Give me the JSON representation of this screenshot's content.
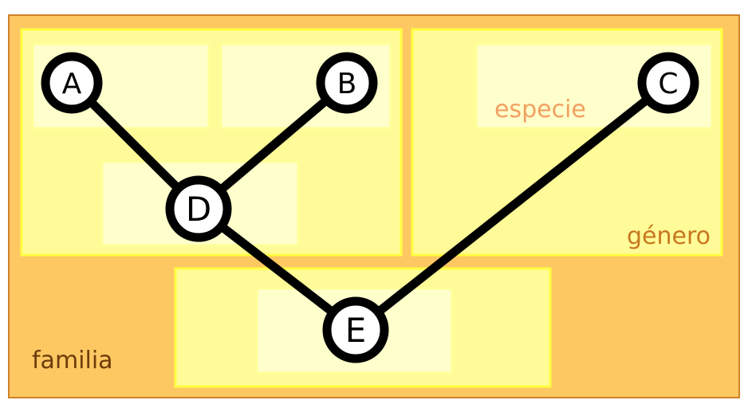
{
  "labels": {
    "species": "especie",
    "genus": "género",
    "family": "familia"
  },
  "nodes": {
    "a": "A",
    "b": "B",
    "c": "C",
    "d": "D",
    "e": "E"
  },
  "edges": [
    [
      "A",
      "D"
    ],
    [
      "B",
      "D"
    ],
    [
      "D",
      "E"
    ],
    [
      "C",
      "E"
    ]
  ],
  "colors": {
    "family_fill": "#fdc862",
    "family_stroke": "#d0822a",
    "genus_fill": "#fffb98",
    "genus_stroke": "#ffff40",
    "species_fill": "#ffffcc",
    "species_stroke": "#ffff99",
    "species_label": "#f2a060",
    "genus_label": "#c8781e",
    "family_label": "#6e3c0c"
  }
}
